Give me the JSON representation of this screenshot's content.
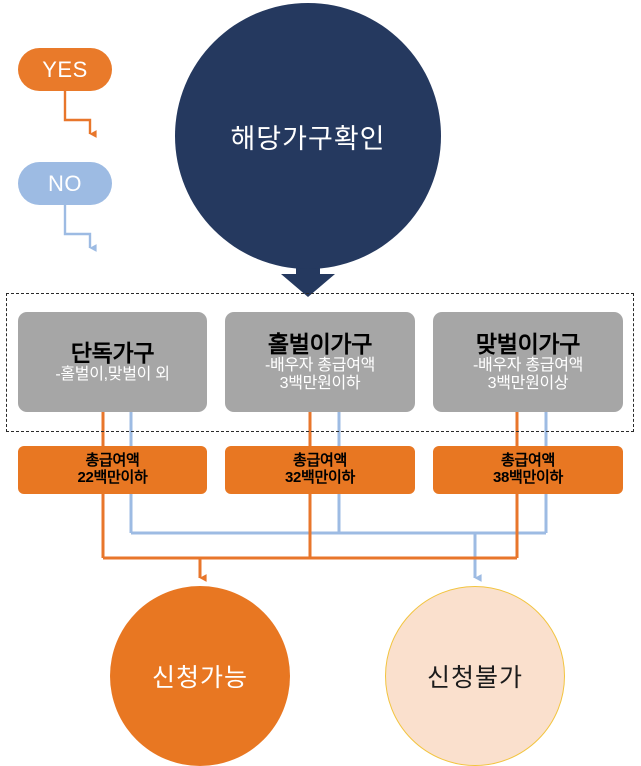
{
  "legend": [
    {
      "key": "yes",
      "label": "YES",
      "color": "#E97A2A"
    },
    {
      "key": "no",
      "label": "NO",
      "color": "#9DBBE3"
    }
  ],
  "start": {
    "label": "해당가구확인",
    "color": "#25395F"
  },
  "household_group": {
    "boxes": [
      {
        "title": "단독가구",
        "sub_line1": "-홀벌이,맞벌이 외",
        "sub_line2": ""
      },
      {
        "title": "홀벌이가구",
        "sub_line1": "-배우자 총급여액",
        "sub_line2": "3백만원이하"
      },
      {
        "title": "맞벌이가구",
        "sub_line1": "-배우자 총급여액",
        "sub_line2": "3백만원이상"
      }
    ],
    "box_color": "#A6A6A6"
  },
  "salary_boxes": [
    {
      "line1": "총급여액",
      "line2": "22백만이하"
    },
    {
      "line1": "총급여액",
      "line2": "32백만이하"
    },
    {
      "line1": "총급여액",
      "line2": "38백만이하"
    }
  ],
  "salary_box_color": "#E87722",
  "results": [
    {
      "key": "eligible",
      "label": "신청가능",
      "fill": "#E87722",
      "text_color": "#ffffff"
    },
    {
      "key": "ineligible",
      "label": "신청불가",
      "fill": "#FAE0CD",
      "text_color": "#1b1b1b",
      "border": "#F2C43F"
    }
  ],
  "colors": {
    "navy": "#25395F",
    "orange": "#E87722",
    "orange_line": "#E8762B",
    "blue_line": "#9DBBE3",
    "gray": "#A6A6A6",
    "dash": "#2a2a2a"
  }
}
